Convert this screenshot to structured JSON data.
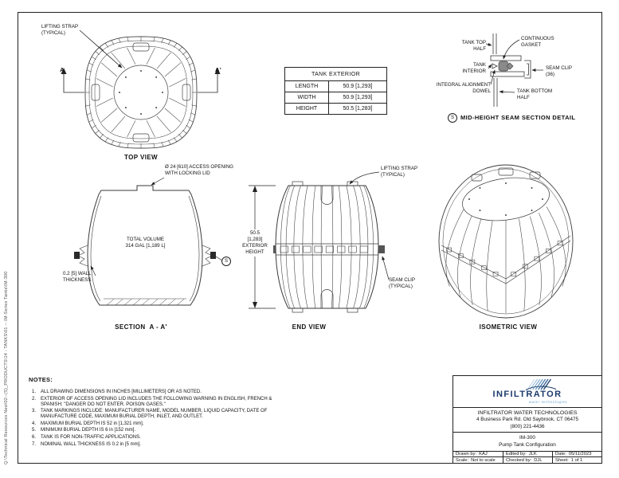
{
  "sheet": {
    "file_path": "Q:\\Technical Resources New\\02--(S)_PRODUCTS\\14 - TANKS\\01 -- IM-Series Tanks\\IM-300"
  },
  "top_view": {
    "caption": "TOP VIEW",
    "lifting_strap_label": "LIFTING STRAP\n(TYPICAL)",
    "section_a": "A",
    "section_a_prime": "A'"
  },
  "exterior_table": {
    "title": "TANK EXTERIOR",
    "rows": [
      {
        "label": "LENGTH",
        "value": "50.9 [1,293]"
      },
      {
        "label": "WIDTH",
        "value": "50.9 [1,293]"
      },
      {
        "label": "HEIGHT",
        "value": "50.5 [1,283]"
      }
    ]
  },
  "seam_detail": {
    "tank_top_half": "TANK TOP\nHALF",
    "continuous_gasket": "CONTINUOUS\nGASKET",
    "tank_interior": "TANK\nINTERIOR",
    "seam_clip": "SEAM CLIP\n(36)",
    "integral_alignment_dowel": "INTEGRAL ALIGNMENT\nDOWEL",
    "tank_bottom_half": "TANK BOTTOM\nHALF",
    "marker": "S",
    "caption": "MID-HEIGHT SEAM SECTION DETAIL"
  },
  "section_view": {
    "access_opening_label": "Ø 24 [610] ACCESS OPENING\nWITH LOCKING LID",
    "total_volume_label": "TOTAL VOLUME\n314 GAL [1,189 L]",
    "wall_thickness_label": "0.2 [5] WALL\nTHICKNESS",
    "marker": "S",
    "caption": "SECTION  A - A'"
  },
  "end_view": {
    "lifting_strap_label": "LIFTING STRAP\n(TYPICAL)",
    "height_dimension": "50.5\n[1,283]\nEXTERIOR\nHEIGHT",
    "seam_clip_label": "SEAM CLIP\n(TYPICAL)",
    "caption": "END VIEW"
  },
  "isometric_view": {
    "caption": "ISOMETRIC VIEW"
  },
  "notes": {
    "heading": "NOTES:",
    "items": [
      {
        "num": "1.",
        "text": "ALL DRAWING DIMENSIONS IN INCHES [MILLIMETERS] OR AS NOTED."
      },
      {
        "num": "2.",
        "text": "EXTERIOR OF ACCESS OPENING LID INCLUDES THE FOLLOWING WARNING IN ENGLISH, FRENCH & SPANISH:  \"DANGER DO NOT ENTER. POISON GASES.\""
      },
      {
        "num": "3.",
        "text": "TANK MARKINGS INCLUDE: MANUFACTURER NAME, MODEL NUMBER, LIQUID CAPACITY, DATE OF MANUFACTURE CODE, MAXIMUM BURIAL DEPTH, INLET, AND OUTLET."
      },
      {
        "num": "4.",
        "text": "MAXIMUM BURIAL DEPTH IS 52 in [1,321 mm]."
      },
      {
        "num": "5.",
        "text": "MINIMUM BURIAL DEPTH IS 6 in [152 mm]."
      },
      {
        "num": "6.",
        "text": "TANK IS FOR NON-TRAFFIC APPLICATIONS."
      },
      {
        "num": "7.",
        "text": "NOMINAL WALL THICKNESS IS 0.2 in [5 mm]."
      }
    ]
  },
  "title_block": {
    "logo_word": "INFILTRATOR",
    "logo_tagline": "water technologies",
    "company": "INFILTRATOR WATER TECHNOLOGIES",
    "address": "4 Business Park Rd.  Old Saybrook, CT  06475",
    "phone": "(800) 221-4436",
    "model": "IM-300",
    "description": "Pump Tank Configuration",
    "drawn_by_label": "Drawn by:",
    "drawn_by": "KAJ",
    "edited_by_label": "Edited by:",
    "edited_by": "JLK",
    "date_label": "Date:",
    "date": "05/11/2023",
    "scale_label": "Scale:",
    "scale": "Not to scale",
    "checked_by_label": "Checked by:",
    "checked_by": "DJL",
    "sheet_label": "Sheet:",
    "sheet": "1 of 1"
  },
  "colors": {
    "logo_navy": "#1b3b6b",
    "logo_blue": "#6fa8cf",
    "line": "#3a3a3a"
  }
}
